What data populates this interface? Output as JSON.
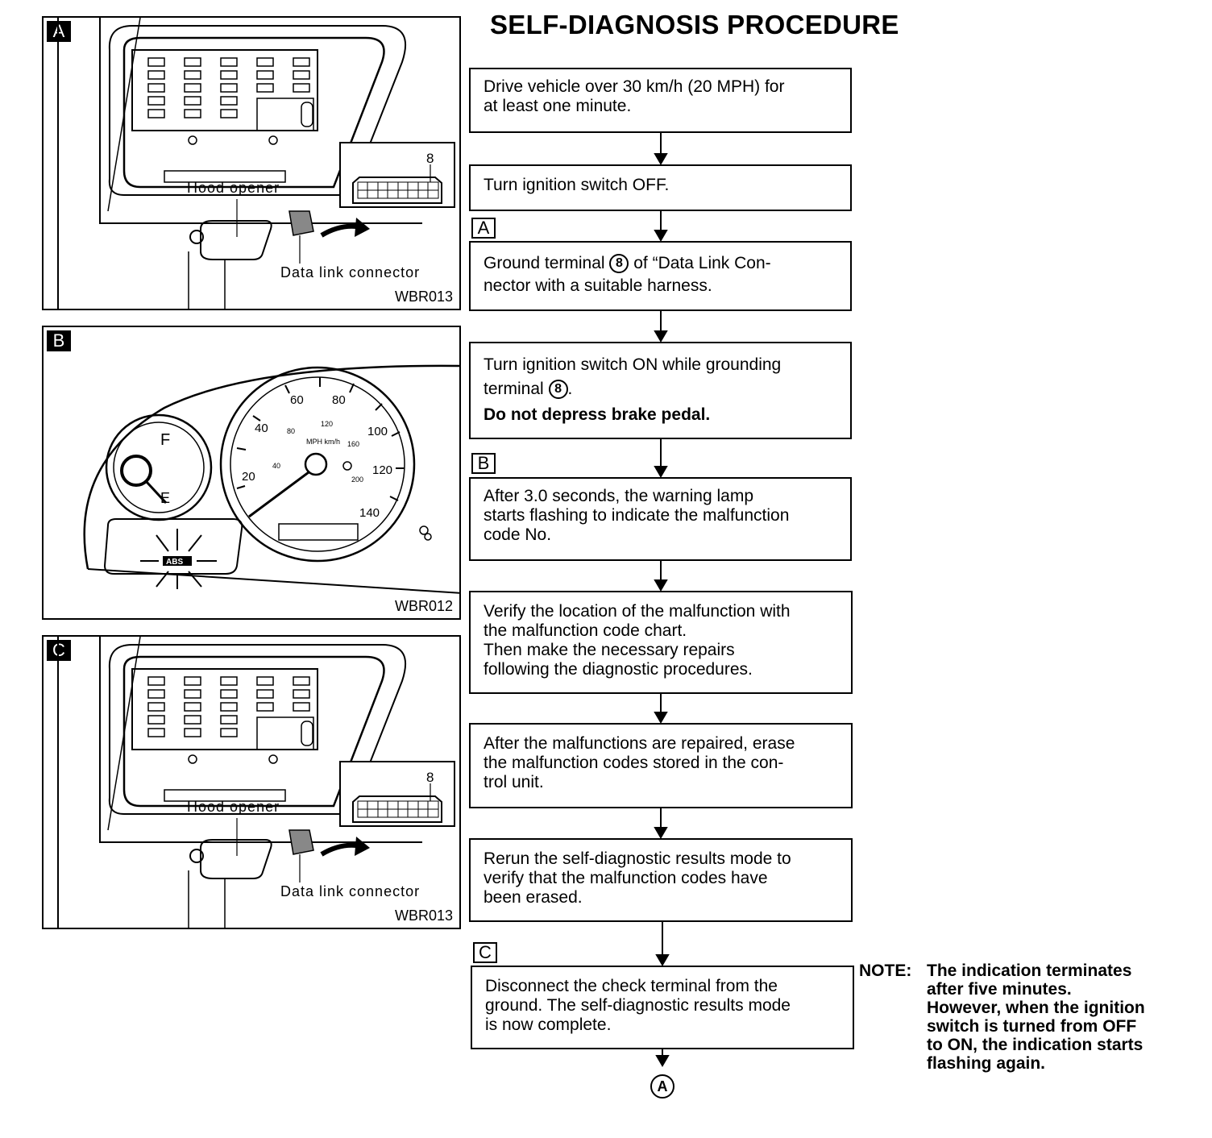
{
  "title": "SELF-DIAGNOSIS PROCEDURE",
  "panels": [
    {
      "tag": "A",
      "hood_label": "Hood opener",
      "connector_label": "Data link connector",
      "pin_label": "8",
      "figure_code": "WBR013"
    },
    {
      "tag": "B",
      "fuel_label": "F",
      "empty_label": "E",
      "speed_ticks": [
        "20",
        "40",
        "60",
        "80",
        "100",
        "120",
        "140"
      ],
      "kmh_ticks": [
        "40",
        "80",
        "120",
        "160",
        "200"
      ],
      "unit_label": "MPH km/h",
      "abs_label": "ABS",
      "figure_code": "WBR012"
    },
    {
      "tag": "C",
      "hood_label": "Hood opener",
      "connector_label": "Data link connector",
      "pin_label": "8",
      "figure_code": "WBR013"
    }
  ],
  "steps": [
    {
      "lines": [
        "Drive vehicle over 30 km/h (20 MPH) for",
        "at least one minute."
      ]
    },
    {
      "lines": [
        "Turn ignition switch OFF."
      ]
    },
    {
      "tag": "A",
      "line1_pre": "Ground terminal ",
      "terminal": "8",
      "line1_post": " of “Data Link Con-",
      "line2": "nector with a suitable harness."
    },
    {
      "line1": "Turn ignition switch ON while grounding",
      "line2_pre": "terminal ",
      "terminal": "8",
      "line2_post": ".",
      "bold": "Do not depress brake pedal."
    },
    {
      "tag": "B",
      "lines": [
        "After 3.0 seconds, the warning lamp",
        "starts flashing to indicate the malfunction",
        "code No."
      ]
    },
    {
      "lines": [
        "Verify the location of the malfunction with",
        "the malfunction code chart.",
        "Then make the necessary repairs",
        "following the diagnostic procedures."
      ]
    },
    {
      "lines": [
        "After the malfunctions are repaired, erase",
        "the malfunction codes stored in the con-",
        "trol unit."
      ]
    },
    {
      "lines": [
        "Rerun the self-diagnostic results mode to",
        "verify that the malfunction codes have",
        "been erased."
      ]
    },
    {
      "tag": "C",
      "lines": [
        "Disconnect the check terminal from the",
        "ground. The self-diagnostic results mode",
        "is now complete."
      ]
    }
  ],
  "end_connector": "A",
  "note": {
    "label": "NOTE:",
    "lines": [
      "The indication terminates",
      "after five minutes.",
      "However, when the ignition",
      "switch is turned from OFF",
      "to ON, the indication starts",
      "flashing again."
    ]
  }
}
